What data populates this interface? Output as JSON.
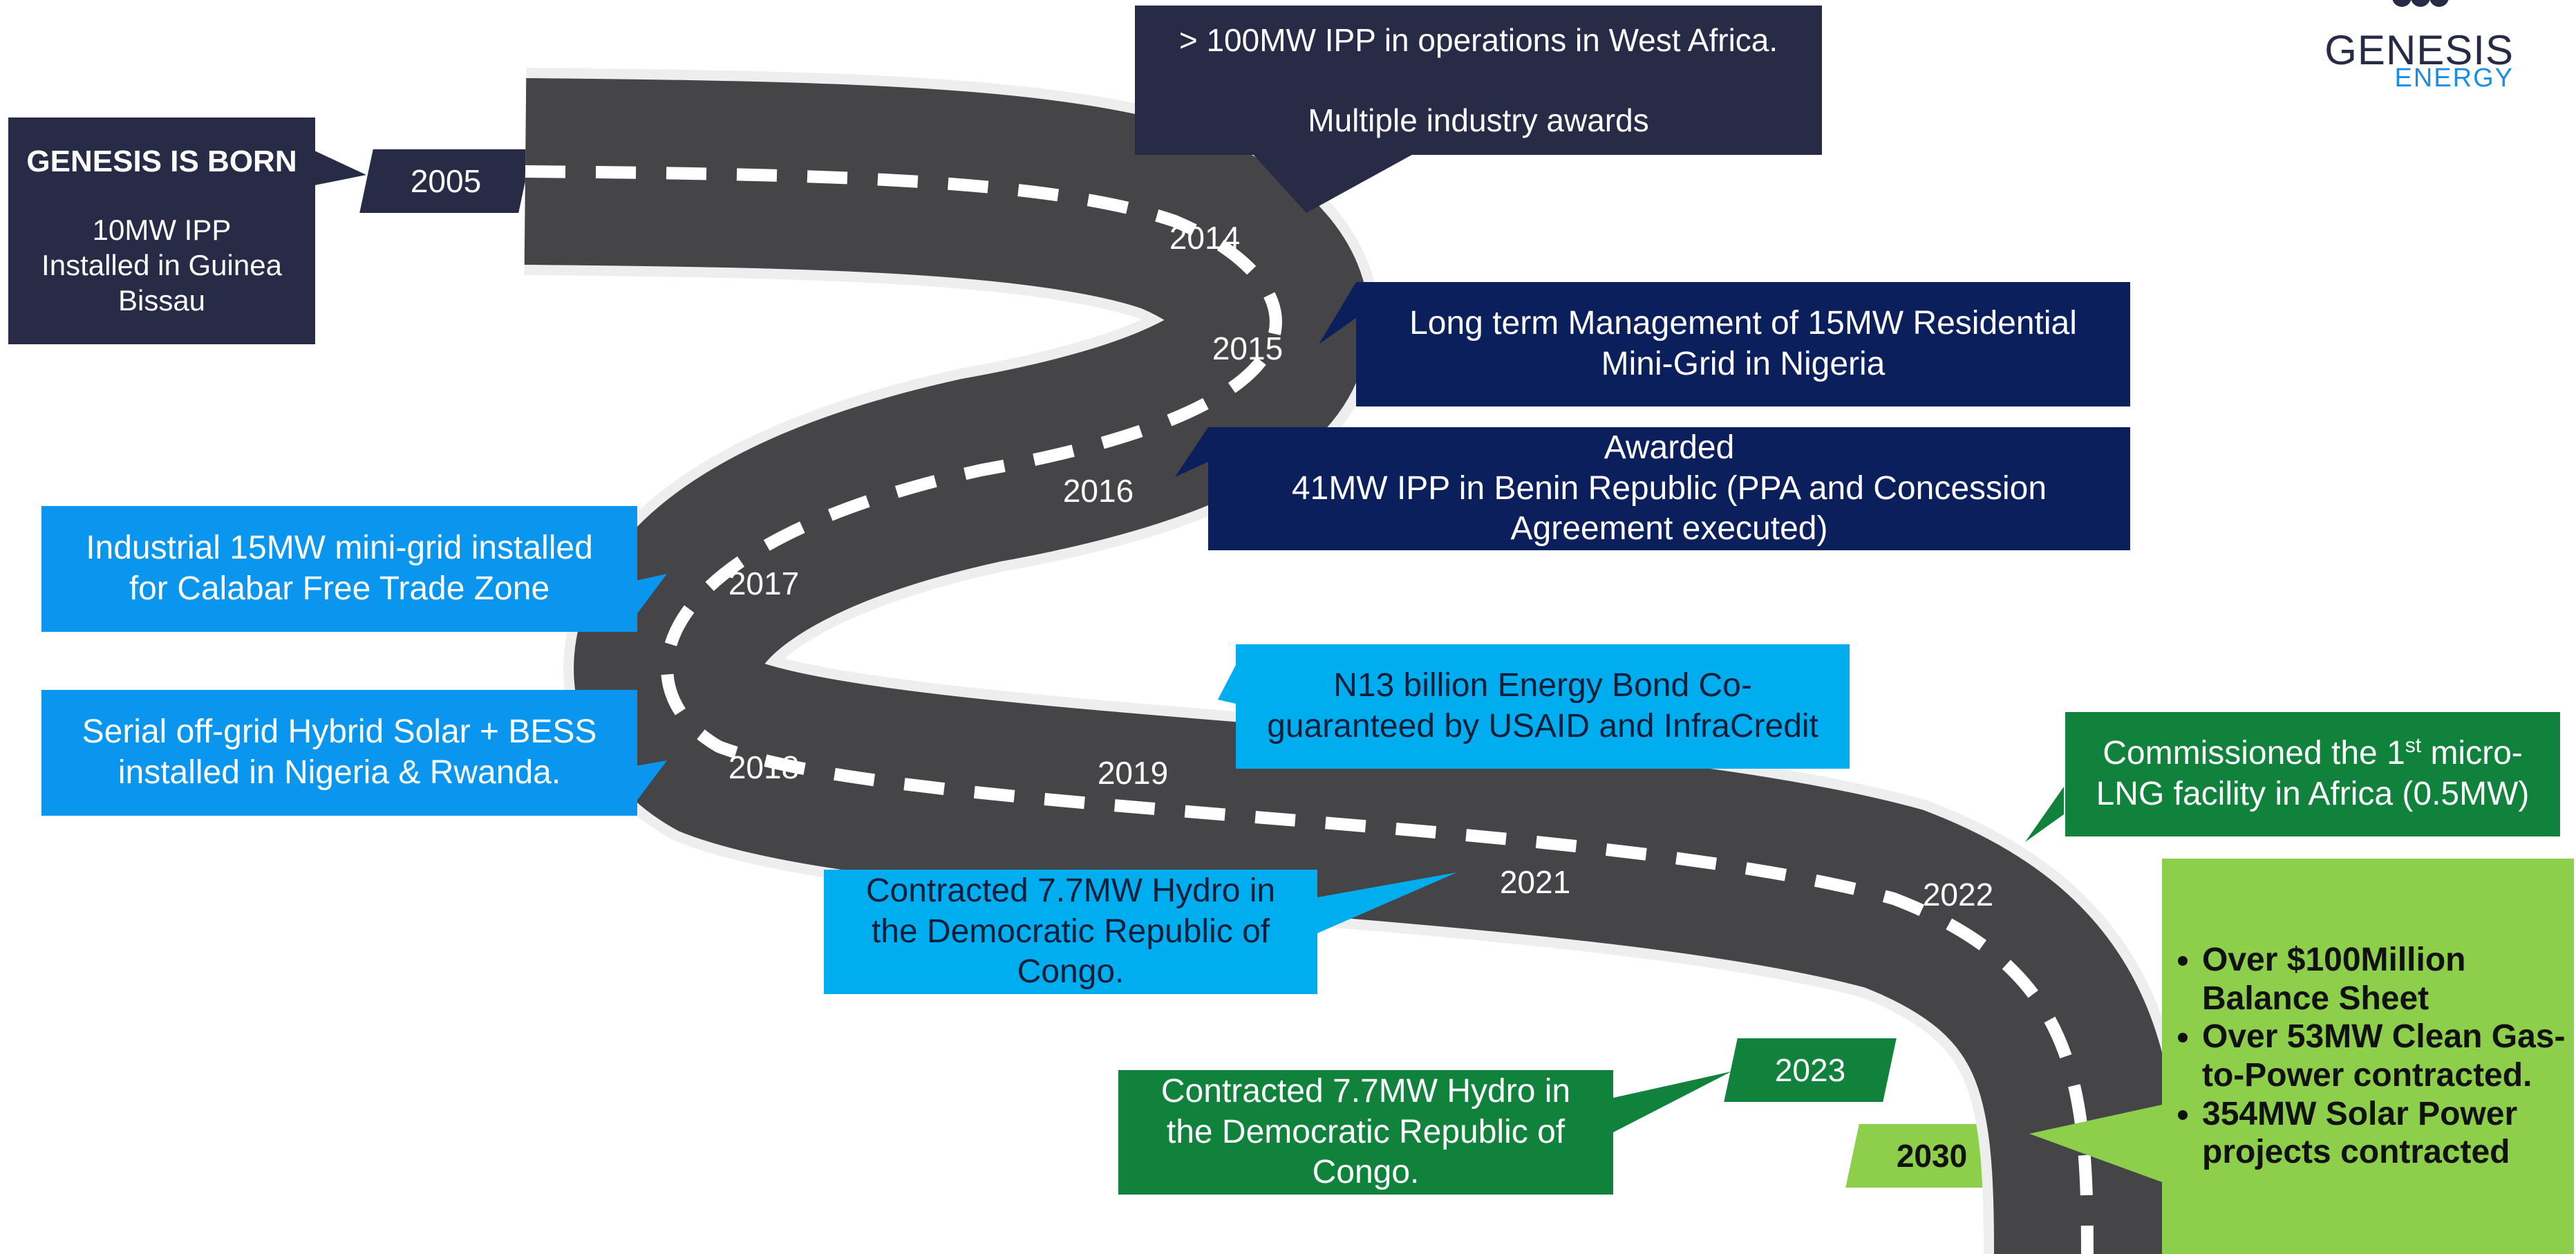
{
  "logo": {
    "line1": "GENESIS",
    "line2": "ENERGY"
  },
  "colors": {
    "navy": "#272b45",
    "dark_blue": "#0b1f5c",
    "medium_blue": "#0a96ef",
    "cyan": "#00aeef",
    "dark_green": "#11823b",
    "light_green": "#8dce4a",
    "road": "#454548"
  },
  "milestones": [
    {
      "year": "2005",
      "title": "GENESIS IS BORN",
      "text": "10MW IPP Installed in Guinea Bissau"
    },
    {
      "year": "2014",
      "text": "> 100MW IPP  in operations in West Africa.",
      "text2": "Multiple industry awards"
    },
    {
      "year": "2015",
      "text": "Long term Management of 15MW Residential Mini-Grid in Nigeria"
    },
    {
      "year": "2016",
      "title": "Awarded",
      "text": "41MW IPP in Benin Republic (PPA and Concession Agreement executed)"
    },
    {
      "year": "2017",
      "text": "Industrial 15MW mini-grid installed for Calabar Free Trade Zone"
    },
    {
      "year": "2018",
      "text": "Serial off-grid Hybrid Solar + BESS installed in Nigeria & Rwanda."
    },
    {
      "year": "2019",
      "text": "N13 billion Energy Bond Co-guaranteed by USAID and InfraCredit"
    },
    {
      "year": "2021",
      "text": "Contracted 7.7MW Hydro in the Democratic Republic of Congo."
    },
    {
      "year": "2022",
      "text_before": "Commissioned the 1",
      "sup": "st",
      "text_after": " micro-LNG facility in Africa (0.5MW)"
    },
    {
      "year": "2023",
      "text": "Contracted 7.7MW Hydro in the Democratic Republic of Congo."
    },
    {
      "year": "2030",
      "bullets": [
        "Over $100Million Balance Sheet",
        "Over 53MW Clean Gas-to-Power contracted.",
        "354MW Solar Power projects contracted"
      ]
    }
  ]
}
